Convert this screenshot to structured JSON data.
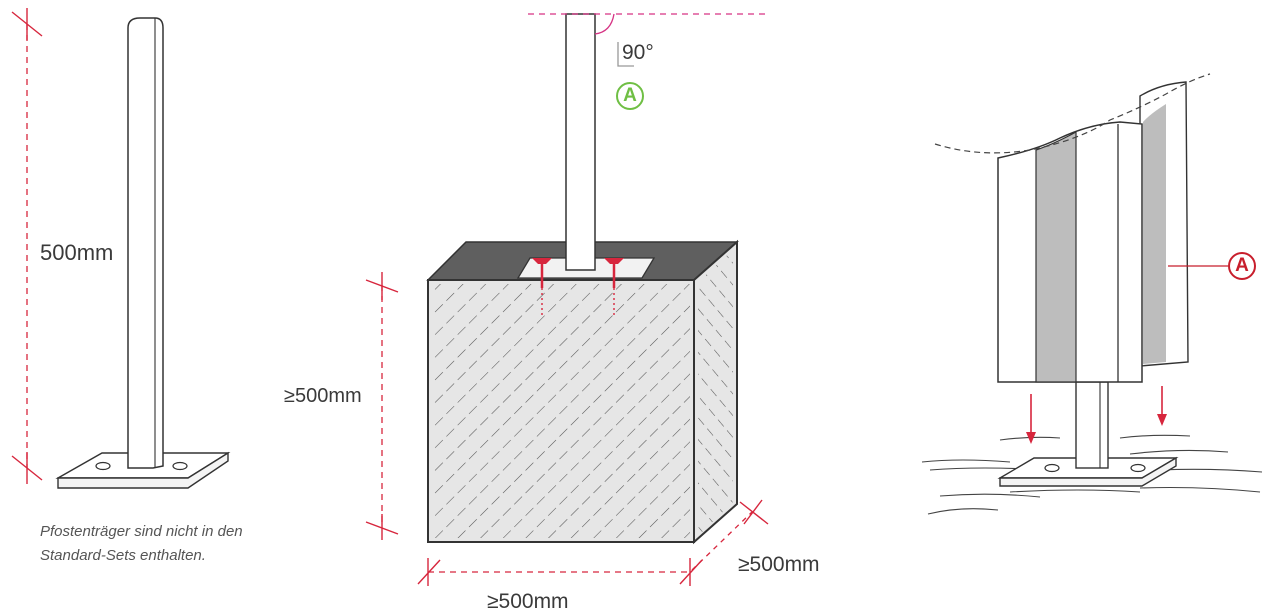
{
  "labels": {
    "post_height": "500mm",
    "depth": "≥500mm",
    "width_bottom": "≥500mm",
    "width_side": "≥500mm",
    "angle": "90°",
    "marker": "A"
  },
  "note": {
    "line1": "Pfostenträger sind nicht in den",
    "line2": "Standard-Sets enthalten."
  },
  "colors": {
    "dimension": "#d7263d",
    "angle": "#d63384",
    "marker_green": "#6fbf44",
    "marker_red": "#c81e2c",
    "outline": "#333333",
    "panel_gray": "#bdbdbd",
    "concrete_top": "#5f5f5f",
    "concrete_face": "#e4e4e4"
  }
}
